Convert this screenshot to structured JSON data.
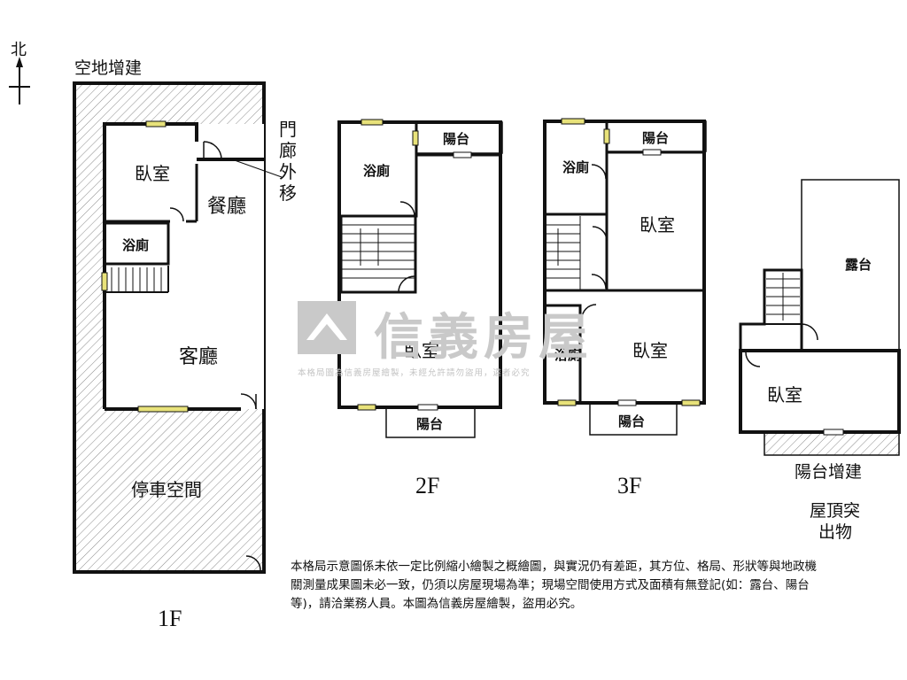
{
  "compass": {
    "label": "北"
  },
  "floor1": {
    "addition_label": "空地增建",
    "door_note": [
      "門",
      "廊",
      "外",
      "移"
    ],
    "bedroom": "臥室",
    "dining": "餐廳",
    "bath": "浴廁",
    "living": "客廳",
    "parking": "停車空間",
    "floor_label": "1F"
  },
  "floor2": {
    "bath": "浴廁",
    "balcony_top": "陽台",
    "bedroom": "臥室",
    "balcony_bottom": "陽台",
    "floor_label": "2F"
  },
  "floor3": {
    "bath_top": "浴廁",
    "balcony_top": "陽台",
    "bedroom_top": "臥室",
    "bath_bottom": "浴廁",
    "bedroom_bottom": "臥室",
    "balcony_bottom": "陽台",
    "floor_label": "3F"
  },
  "roof": {
    "terrace": "露台",
    "bedroom": "臥室",
    "balcony_addition": "陽台增建",
    "roof_label_line1": "屋頂突",
    "roof_label_line2": "出物"
  },
  "watermark": {
    "brand": "信義房屋",
    "notice": "本格局圖為信義房屋繪製，未經允許請勿盜用，違者必究"
  },
  "disclaimer": "本格局示意圖係未依一定比例縮小繪製之概繪圖，與實況仍有差距，其方位、格局、形狀等與地政機關測量成果圖未必一致，仍須以房屋現場為準；現場空間使用方式及面積有無登記(如：露台、陽台等)，請洽業務人員。本圖為信義房屋繪製，盜用必究。",
  "colors": {
    "wall": "#111111",
    "window": "#e8e27a",
    "hatch": "#8a8a8a",
    "watermark": "#c9c9c9"
  }
}
